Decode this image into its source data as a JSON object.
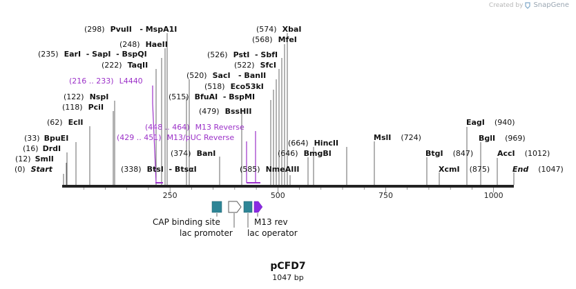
{
  "credit": {
    "prefix": "Created by",
    "brand": "SnapGene"
  },
  "plasmid": {
    "name": "pCFD7",
    "length_label": "1047 bp",
    "length": 1047
  },
  "colors": {
    "ruler": "#222222",
    "primer": "#9b30c8",
    "feature_teal": "#2e8596",
    "feature_purple": "#8a2be2",
    "tick_line": "#666666"
  },
  "ruler_ticks": [
    {
      "pos": 250,
      "label": "250"
    },
    {
      "pos": 500,
      "label": "500"
    },
    {
      "pos": 750,
      "label": "750"
    },
    {
      "pos": 1000,
      "label": "1000"
    }
  ],
  "sites": [
    {
      "id": "start",
      "coord": "(0)",
      "name": "Start",
      "italic": true
    },
    {
      "id": "smli",
      "coord": "(12)",
      "name": "SmlI"
    },
    {
      "id": "drdi",
      "coord": "(16)",
      "name": "DrdI"
    },
    {
      "id": "bpuei",
      "coord": "(33)",
      "name": "BpuEI"
    },
    {
      "id": "ecli",
      "coord": "(62)",
      "name": "EclI"
    },
    {
      "id": "pcli",
      "coord": "(118)",
      "name": "PciI"
    },
    {
      "id": "nspi",
      "coord": "(122)",
      "name": "NspI"
    },
    {
      "id": "taqii",
      "coord": "(222)",
      "name": "TaqII"
    },
    {
      "id": "eari",
      "coord": "(235)",
      "name": "EarI  - SapI  - BspQI"
    },
    {
      "id": "haeii",
      "coord": "(248)",
      "name": "HaeII"
    },
    {
      "id": "pvuii",
      "coord": "(298)",
      "name": "PvuII   - MspA1I"
    },
    {
      "id": "btsi",
      "coord": "(338)",
      "name": "BtsI  - BtsαI"
    },
    {
      "id": "bani",
      "coord": "(374)",
      "name": "BanI"
    },
    {
      "id": "bsshii",
      "coord": "(479)",
      "name": "BssHII"
    },
    {
      "id": "bfuai",
      "coord": "(515)",
      "name": "BfuAI  - BspMI"
    },
    {
      "id": "eco53ki",
      "coord": "(518)",
      "name": "Eco53kI"
    },
    {
      "id": "saci",
      "coord": "(520)",
      "name": "SacI   - BanII"
    },
    {
      "id": "sfci",
      "coord": "(522)",
      "name": "SfcI"
    },
    {
      "id": "psti",
      "coord": "(526)",
      "name": "PstI  - SbfI"
    },
    {
      "id": "mfei",
      "coord": "(568)",
      "name": "MfeI"
    },
    {
      "id": "xbai",
      "coord": "(574)",
      "name": "XbaI"
    },
    {
      "id": "nmeaiii",
      "coord": "(585)",
      "name": "NmeAIII"
    },
    {
      "id": "bmgbi",
      "coord": "(646)",
      "name": "BmgBI"
    },
    {
      "id": "hincii",
      "coord": "(664)",
      "name": "HincII"
    },
    {
      "id": "msli",
      "coord": "(724)",
      "name": "MslI"
    },
    {
      "id": "btgi",
      "coord": "(847)",
      "name": "BtgI"
    },
    {
      "id": "xcmi",
      "coord": "(875)",
      "name": "XcmI"
    },
    {
      "id": "eagi",
      "coord": "(940)",
      "name": "EagI"
    },
    {
      "id": "bgli",
      "coord": "(969)",
      "name": "BglI"
    },
    {
      "id": "acci",
      "coord": "(1012)",
      "name": "AccI"
    },
    {
      "id": "end",
      "coord": "(1047)",
      "name": "End",
      "italic": true
    }
  ],
  "primers": [
    {
      "id": "l4440",
      "range": "(216 .. 233)",
      "name": "L4440"
    },
    {
      "id": "m13rev",
      "range": "(448 .. 464)",
      "name": "M13 Reverse"
    },
    {
      "id": "m13puc",
      "range": "(429 .. 451)",
      "name": "M13/pUC Reverse"
    }
  ],
  "features": [
    {
      "id": "cap",
      "name": "CAP binding site",
      "shape": "box",
      "color": "teal"
    },
    {
      "id": "lacp",
      "name": "lac promoter",
      "shape": "arrow-outline"
    },
    {
      "id": "laco",
      "name": "lac operator",
      "shape": "box",
      "color": "teal"
    },
    {
      "id": "m13r",
      "name": "M13 rev",
      "shape": "arrow",
      "color": "purple"
    }
  ]
}
